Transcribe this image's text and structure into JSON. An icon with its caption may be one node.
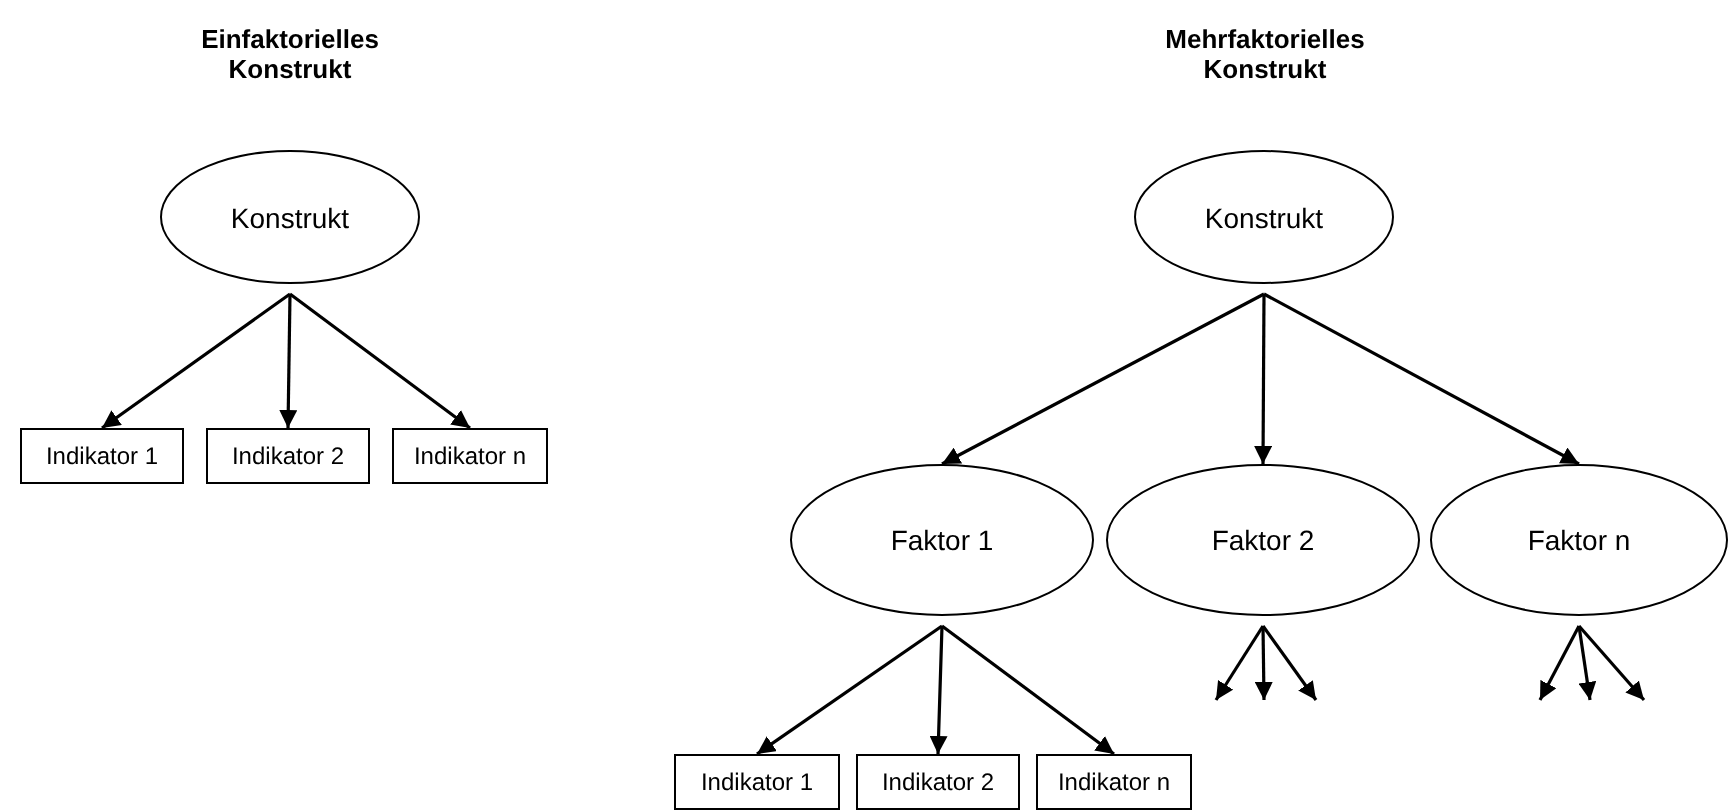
{
  "diagram": {
    "nodes": [
      {
        "text": [
          "Konstrukt"
        ]
      },
      {
        "text": [
          "Indikator 1"
        ]
      },
      {
        "text": [
          "Indikator 2"
        ]
      },
      {
        "text": [
          "Indikator n"
        ]
      },
      {
        "text": [
          "Konstrukt"
        ]
      },
      {
        "text": [
          "Faktor 1"
        ]
      },
      {
        "text": [
          "Faktor 2"
        ]
      },
      {
        "text": [
          "Faktor n"
        ]
      },
      {
        "text": [
          "Indikator 1"
        ]
      },
      {
        "text": [
          "Indikator 2"
        ]
      },
      {
        "text": [
          "Indikator n"
        ]
      }
    ],
    "edges": [
      {
        "from": 0,
        "to": 1,
        "arrow": "to"
      },
      {
        "from": 0,
        "to": 2,
        "arrow": "to"
      },
      {
        "from": 0,
        "to": 3,
        "arrow": "to"
      },
      {
        "from": 4,
        "to": 5,
        "arrow": "to"
      },
      {
        "from": 4,
        "to": 6,
        "arrow": "to"
      },
      {
        "from": 4,
        "to": 7,
        "arrow": "to"
      },
      {
        "from": 5,
        "to": 8,
        "arrow": "to"
      },
      {
        "from": 5,
        "to": 9,
        "arrow": "to"
      },
      {
        "from": 5,
        "to": 10,
        "arrow": "to"
      },
      {
        "from": 6,
        "to": null,
        "arrow": "to"
      },
      {
        "from": 6,
        "to": null,
        "arrow": "to"
      },
      {
        "from": 6,
        "to": null,
        "arrow": "to"
      },
      {
        "from": 7,
        "to": null,
        "arrow": "to"
      },
      {
        "from": 7,
        "to": null,
        "arrow": "to"
      },
      {
        "from": 7,
        "to": null,
        "arrow": "to"
      }
    ],
    "labels": [
      "Einfaktorielles Konstrukt",
      "Mehrfaktorielles Konstrukt"
    ]
  }
}
